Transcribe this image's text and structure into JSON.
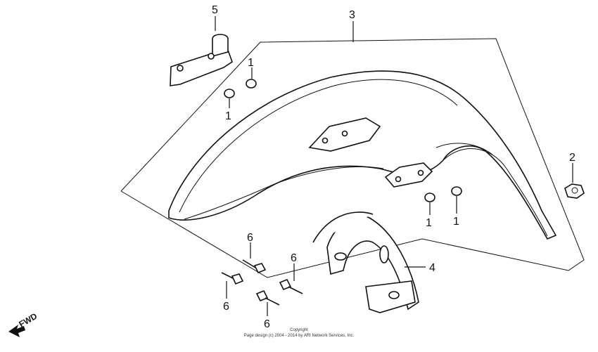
{
  "callouts": {
    "c1a": "1",
    "c1b": "1",
    "c1c": "1",
    "c1d": "1",
    "c2": "2",
    "c3": "3",
    "c4": "4",
    "c5": "5",
    "c6a": "6",
    "c6b": "6",
    "c6c": "6",
    "c6d": "6"
  },
  "fwd_label": "FWD",
  "copyright": {
    "line1": "Copyright",
    "line2": "Page design (c) 2004 - 2014 by ARI Network Services, Inc."
  },
  "colors": {
    "ink": "#111111",
    "paper": "#ffffff"
  }
}
